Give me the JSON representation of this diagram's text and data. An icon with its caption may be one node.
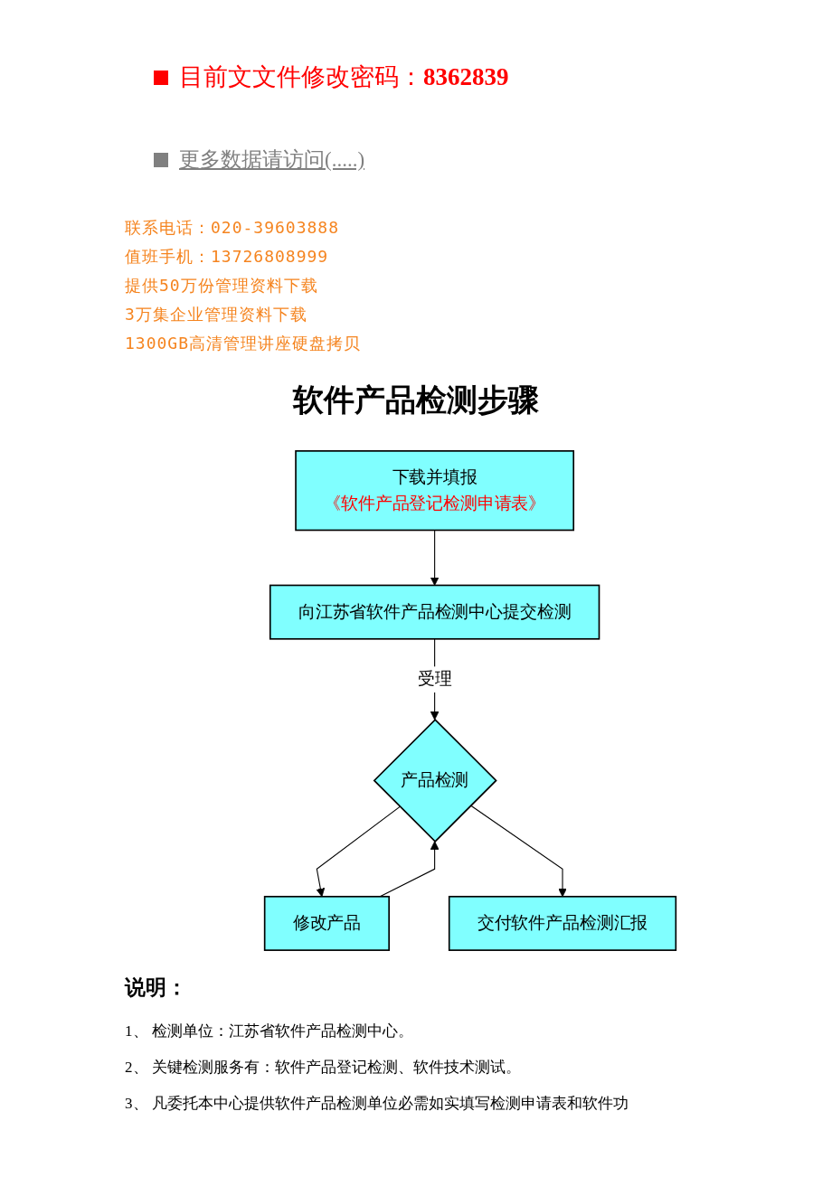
{
  "diagram": {
    "title": "软件产品检测步骤",
    "nodes": [
      {
        "text": [
          "下载并填报",
          "《软件产品登记检测申请表》"
        ]
      },
      {
        "text": [
          "向江苏省软件产品检测中心提交检测"
        ]
      },
      {
        "text": [
          "产品检测"
        ]
      },
      {
        "text": [
          "修改产品"
        ]
      },
      {
        "text": [
          "交付软件产品检测汇报"
        ]
      }
    ],
    "edges": [
      {
        "from": 0,
        "to": 1,
        "arrow": "to"
      },
      {
        "from": 1,
        "to": 2,
        "arrow": "to",
        "label": "受理"
      },
      {
        "from": 2,
        "to": 3,
        "arrow": "to"
      },
      {
        "from": 3,
        "to": 2,
        "arrow": "to"
      },
      {
        "from": 2,
        "to": 4,
        "arrow": "to"
      }
    ],
    "labels": [
      "目前文文件修改密码：**8362839**",
      "更多数据请访问(.....)",
      "联系电话：020-39603888",
      "值班手机：13726808999",
      "提供50万份管理资料下载",
      "3万集企业管理资料下载",
      "1300GB高清管理讲座硬盘拷贝",
      "说明：",
      "1、 检测单位：江苏省软件产品检测中心。",
      "2、 关键检测服务有：软件产品登记检测、软件技术测试。",
      "3、 凡委托本中心提供软件产品检测单位必需如实填写检测申请表和软件功"
    ]
  }
}
